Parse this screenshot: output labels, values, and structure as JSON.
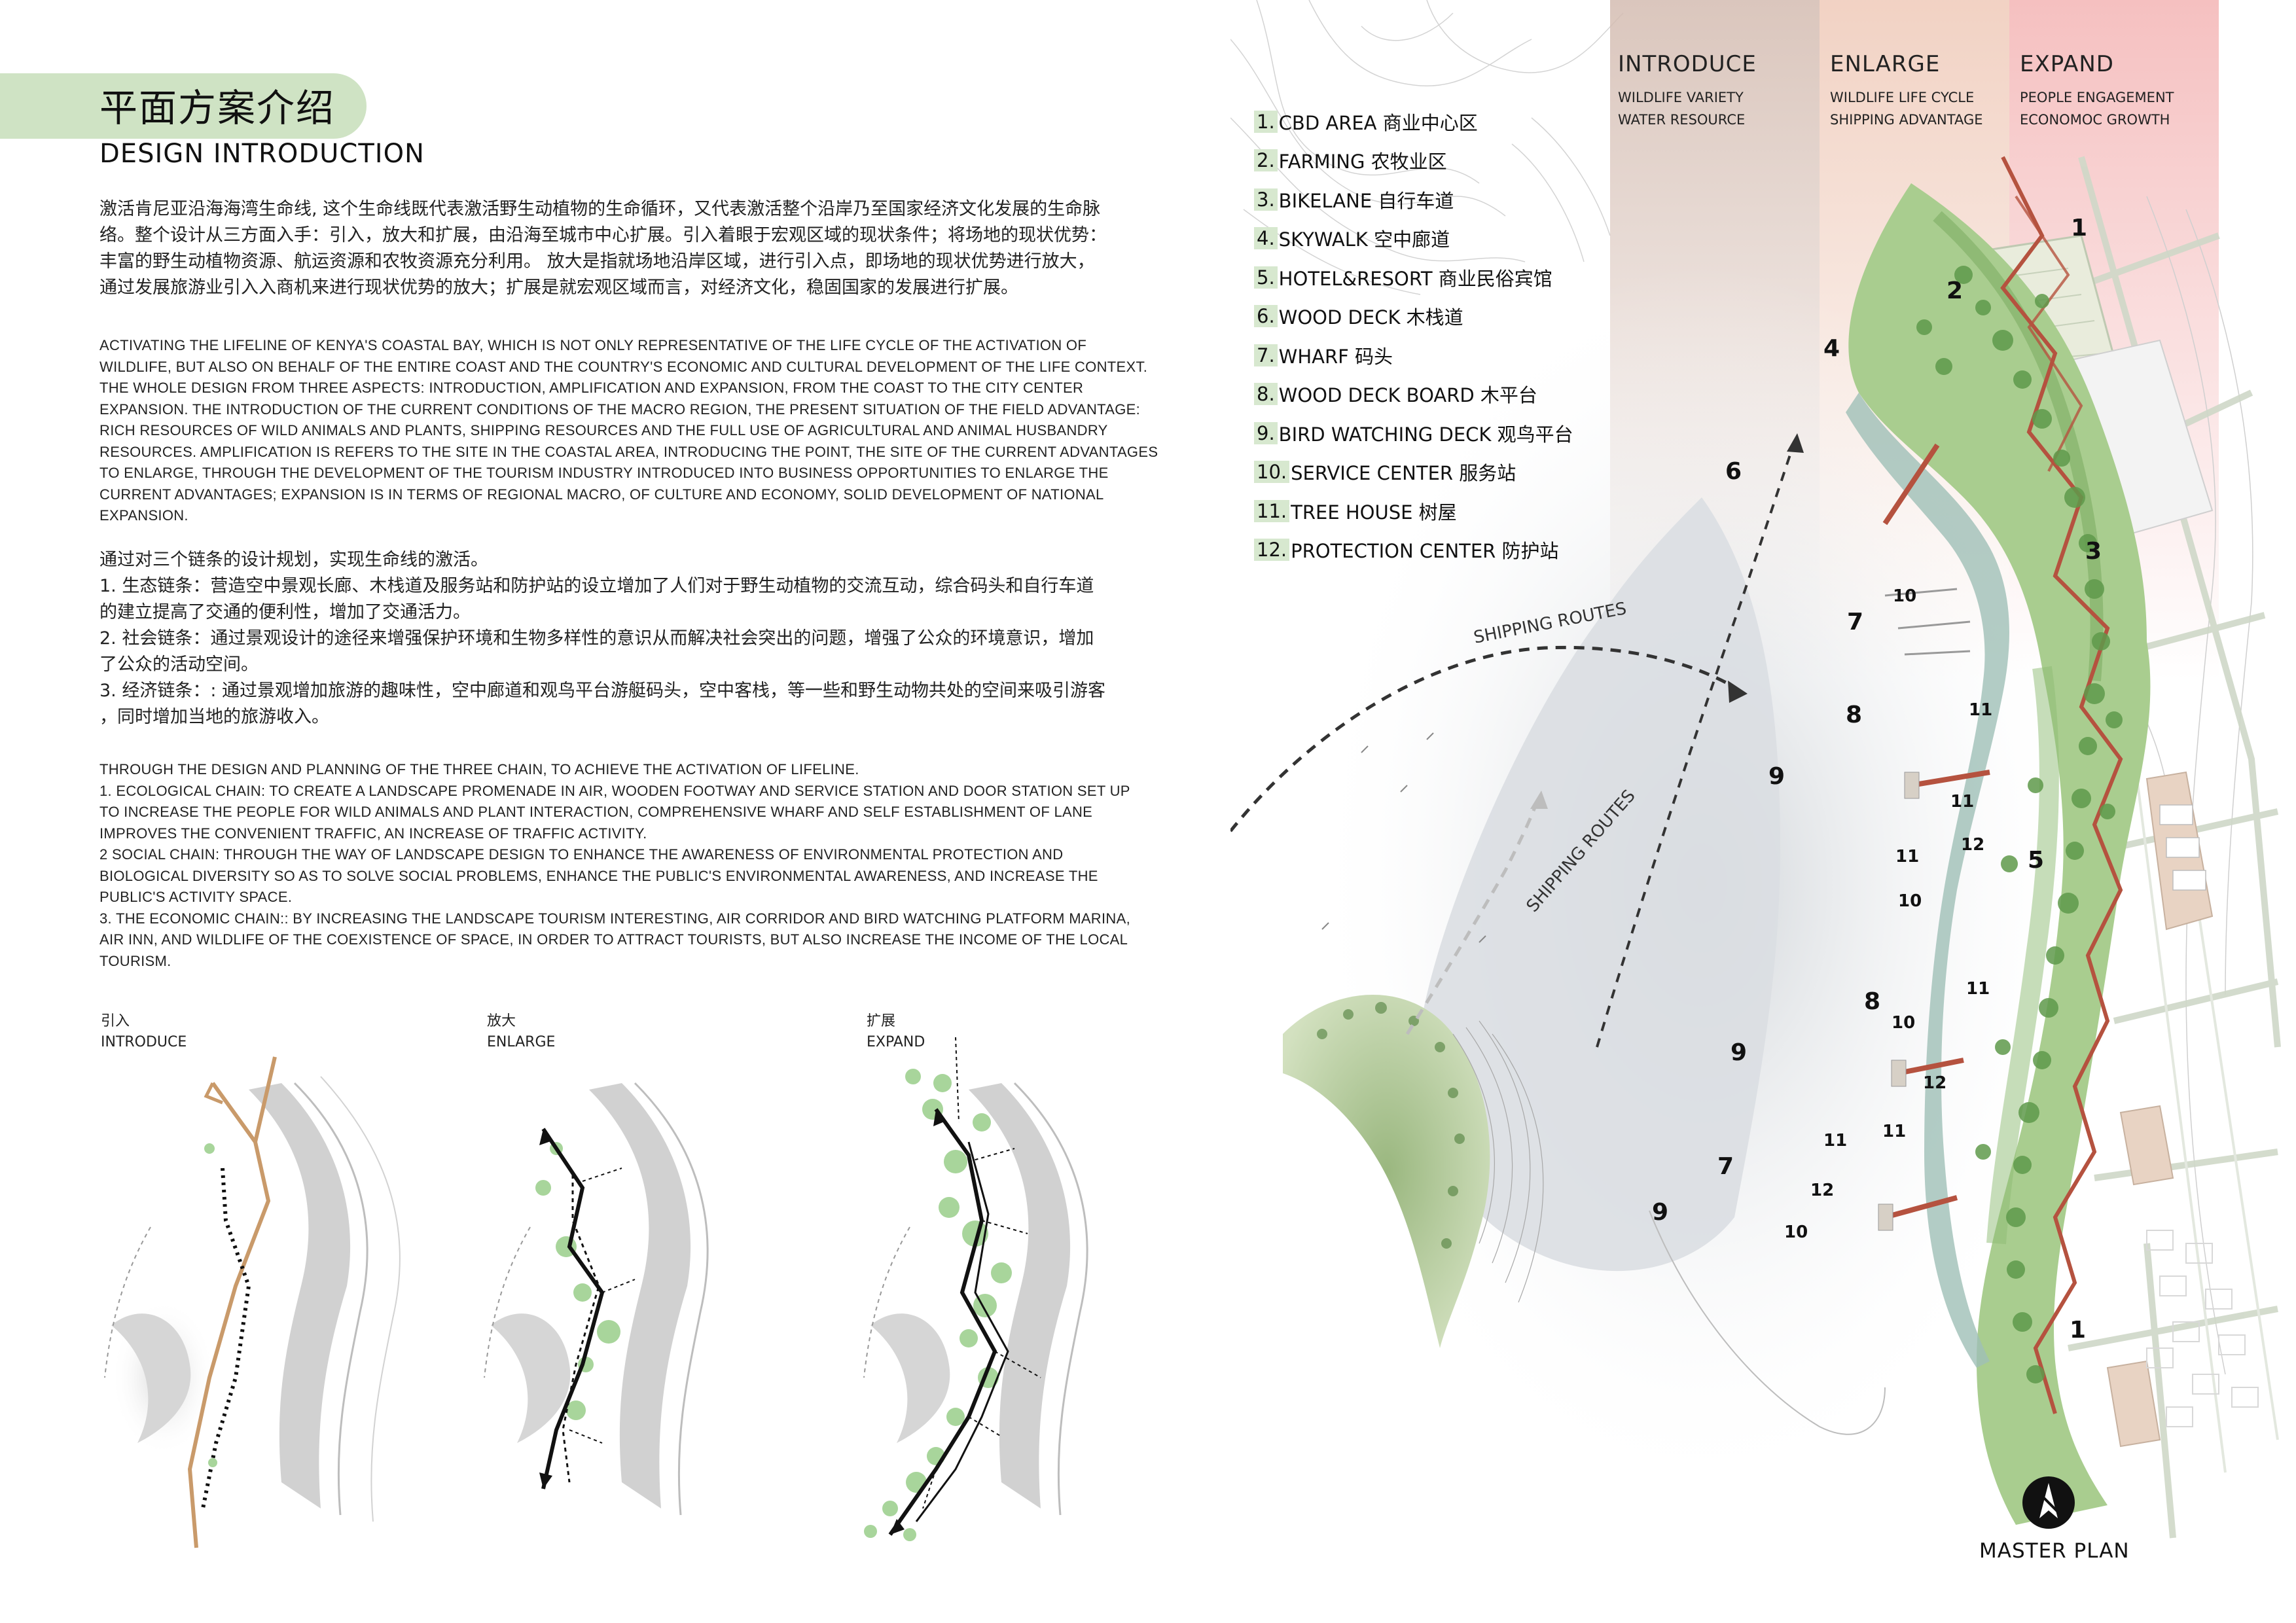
{
  "header": {
    "title_cn": "平面方案介绍",
    "title_en": "DESIGN INTRODUCTION"
  },
  "intro": {
    "para_cn_1": [
      "激活肯尼亚沿海海湾生命线, 这个生命线既代表激活野生动植物的生命循环，又代表激活整个沿岸乃至国家经济文化发展的生命脉",
      "络。整个设计从三方面入手：引入，放大和扩展，由沿海至城市中心扩展。引入着眼于宏观区域的现状条件；将场地的现状优势：",
      "丰富的野生动植物资源、航运资源和农牧资源充分利用。 放大是指就场地沿岸区域，进行引入点，即场地的现状优势进行放大，",
      "通过发展旅游业引入入商机来进行现状优势的放大；扩展是就宏观区域而言，对经济文化，稳固国家的发展进行扩展。"
    ],
    "para_en_1": [
      "ACTIVATING THE LIFELINE OF KENYA'S COASTAL BAY, WHICH IS NOT ONLY REPRESENTATIVE OF THE LIFE CYCLE OF THE ACTIVATION OF",
      "WILDLIFE, BUT ALSO ON BEHALF OF THE ENTIRE COAST AND THE COUNTRY'S ECONOMIC AND CULTURAL DEVELOPMENT OF THE LIFE CONTEXT.",
      "THE WHOLE DESIGN FROM THREE ASPECTS: INTRODUCTION, AMPLIFICATION AND EXPANSION, FROM THE COAST TO THE CITY CENTER",
      "EXPANSION. THE INTRODUCTION OF THE CURRENT CONDITIONS OF THE MACRO REGION, THE PRESENT SITUATION OF THE FIELD ADVANTAGE:",
      "RICH RESOURCES OF WILD ANIMALS AND PLANTS, SHIPPING RESOURCES AND THE FULL USE OF AGRICULTURAL AND ANIMAL HUSBANDRY",
      "RESOURCES. AMPLIFICATION IS REFERS TO THE SITE IN THE COASTAL AREA, INTRODUCING THE POINT, THE SITE OF THE CURRENT ADVANTAGES",
      "TO ENLARGE, THROUGH THE DEVELOPMENT OF THE TOURISM INDUSTRY INTRODUCED INTO BUSINESS OPPORTUNITIES TO ENLARGE THE",
      "CURRENT ADVANTAGES; EXPANSION IS IN TERMS OF REGIONAL MACRO, OF CULTURE AND ECONOMY, SOLID DEVELOPMENT OF NATIONAL",
      "EXPANSION."
    ],
    "para_cn_2": [
      "通过对三个链条的设计规划，实现生命线的激活。",
      "1. 生态链条：营造空中景观长廊、木栈道及服务站和防护站的设立增加了人们对于野生动植物的交流互动，综合码头和自行车道",
      "的建立提高了交通的便利性，增加了交通活力。",
      "2. 社会链条：通过景观设计的途径来增强保护环境和生物多样性的意识从而解决社会突出的问题，增强了公众的环境意识，增加",
      "了公众的活动空间。",
      "3. 经济链条：: 通过景观增加旅游的趣味性，空中廊道和观鸟平台游艇码头，空中客栈，等一些和野生动物共处的空间来吸引游客",
      "，同时增加当地的旅游收入。"
    ],
    "para_en_2": [
      "THROUGH THE DESIGN AND PLANNING OF THE THREE CHAIN, TO ACHIEVE THE ACTIVATION OF LIFELINE.",
      "1. ECOLOGICAL CHAIN: TO CREATE A LANDSCAPE PROMENADE IN AIR, WOODEN FOOTWAY AND SERVICE STATION AND DOOR STATION SET UP",
      "TO INCREASE THE PEOPLE FOR WILD ANIMALS AND PLANT INTERACTION, COMPREHENSIVE WHARF AND SELF ESTABLISHMENT OF LANE",
      "IMPROVES THE CONVENIENT TRAFFIC, AN INCREASE OF TRAFFIC ACTIVITY.",
      "2 SOCIAL CHAIN: THROUGH THE WAY OF LANDSCAPE DESIGN TO ENHANCE THE AWARENESS OF ENVIRONMENTAL PROTECTION AND",
      "BIOLOGICAL DIVERSITY SO AS TO SOLVE SOCIAL PROBLEMS, ENHANCE THE PUBLIC'S ENVIRONMENTAL AWARENESS, AND INCREASE THE",
      "PUBLIC'S ACTIVITY SPACE.",
      "3. THE ECONOMIC CHAIN:: BY INCREASING THE LANDSCAPE TOURISM INTERESTING, AIR CORRIDOR AND BIRD WATCHING PLATFORM MARINA,",
      "AIR INN, AND WILDLIFE OF THE COEXISTENCE OF SPACE, IN ORDER TO ATTRACT TOURISTS, BUT ALSO INCREASE THE INCOME OF THE LOCAL",
      "TOURISM."
    ]
  },
  "diagrams": [
    {
      "label_cn": "引入",
      "label_en": "INTRODUCE"
    },
    {
      "label_cn": "放大",
      "label_en": "ENLARGE"
    },
    {
      "label_cn": "扩展",
      "label_en": "EXPAND"
    }
  ],
  "phases": [
    {
      "title": "INTRODUCE",
      "lines": [
        "WILDLIFE VARIETY",
        "WATER RESOURCE"
      ]
    },
    {
      "title": "ENLARGE",
      "lines": [
        "WILDLIFE LIFE CYCLE",
        "SHIPPING ADVANTAGE"
      ]
    },
    {
      "title": "EXPAND",
      "lines": [
        "PEOPLE ENGAGEMENT",
        "ECONOMOC GROWTH"
      ]
    }
  ],
  "legend": [
    {
      "num": "1.",
      "text": " CBD AREA 商业中心区"
    },
    {
      "num": "2.",
      "text": " FARMING 农牧业区"
    },
    {
      "num": "3.",
      "text": " BIKELANE 自行车道"
    },
    {
      "num": "4.",
      "text": " SKYWALK 空中廊道"
    },
    {
      "num": "5.",
      "text": " HOTEL&RESORT 商业民俗宾馆"
    },
    {
      "num": "6.",
      "text": " WOOD DECK 木栈道"
    },
    {
      "num": "7.",
      "text": " WHARF 码头"
    },
    {
      "num": "8.",
      "text": " WOOD DECK BOARD 木平台"
    },
    {
      "num": "9.",
      "text": " BIRD WATCHING DECK 观鸟平台"
    },
    {
      "num": "10.",
      "text": " SERVICE CENTER 服务站"
    },
    {
      "num": "11.",
      "text": " TREE HOUSE 树屋"
    },
    {
      "num": "12.",
      "text": " PROTECTION CENTER 防护站"
    }
  ],
  "plan_numbers": {
    "n1a": "1",
    "n2": "2",
    "n3": "3",
    "n4": "4",
    "n5": "5",
    "n6": "6",
    "n7a": "7",
    "n7b": "7",
    "n8a": "8",
    "n8b": "8",
    "n9a": "9",
    "n9b": "9",
    "n9c": "9",
    "n10a": "10",
    "n10b": "10",
    "n10c": "10",
    "n10d": "10",
    "n11a": "11",
    "n11b": "11",
    "n11c": "11",
    "n11d": "11",
    "n11e": "11",
    "n11f": "11",
    "n12a": "12",
    "n12b": "12",
    "n12c": "12",
    "n1b": "1"
  },
  "routes": {
    "label_1": "SHIPPING ROUTES",
    "label_2": "SHIPPING ROUTES"
  },
  "master_plan_title": "MASTER PLAN",
  "colors": {
    "accent_green": "#cfe3c4",
    "vegetation": "#6fa85a",
    "skywalk": "#b5523f",
    "phase_introduce": "#d9c3ba",
    "phase_enlarge": "#efd0c3",
    "phase_expand": "#f4c4c4",
    "tan_path": "#c99a6a"
  }
}
